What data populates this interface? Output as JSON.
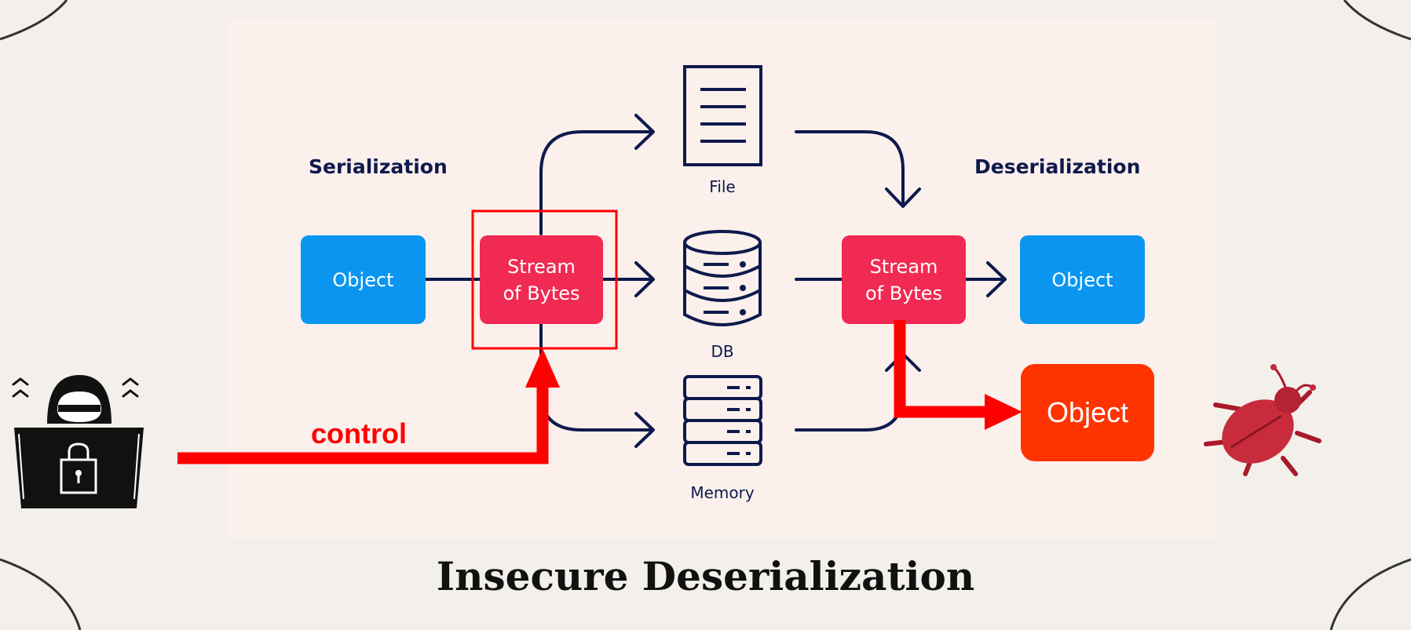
{
  "title": "Insecure Deserialization",
  "serialization_label": "Serialization",
  "deserialization_label": "Deserialization",
  "object_label": "Object",
  "stream_line1": "Stream",
  "stream_line2": "of Bytes",
  "storage": {
    "file": "File",
    "db": "DB",
    "memory": "Memory"
  },
  "attack": {
    "control_label": "control",
    "malicious_object": "Object"
  },
  "icons": [
    "hacker-laptop-icon",
    "bug-icon",
    "file-icon",
    "database-icon",
    "server-memory-icon"
  ],
  "colors": {
    "object_blue": "#0a96f0",
    "stream_pink": "#f02a52",
    "attack_red": "#ff0000",
    "malicious_object": "#ff3300",
    "arrow_navy": "#0e1a4d"
  }
}
